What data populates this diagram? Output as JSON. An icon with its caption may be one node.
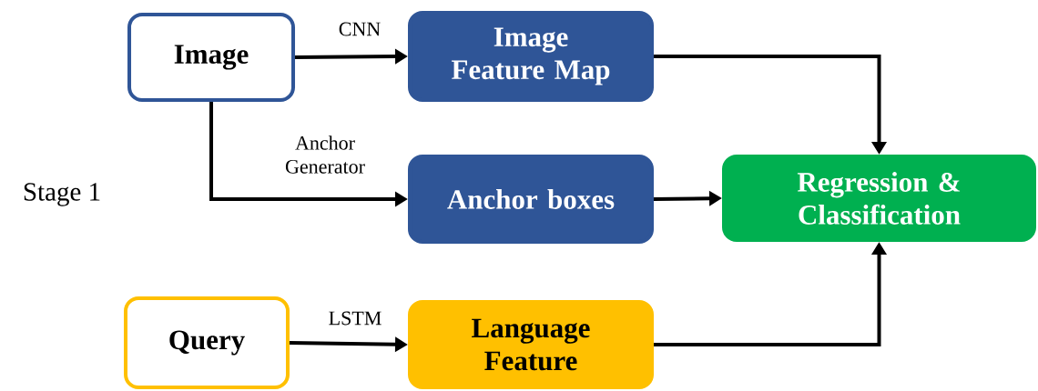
{
  "diagram": {
    "nodes": [
      {
        "text": [
          "Image"
        ]
      },
      {
        "text": [
          "Image Feature Map"
        ]
      },
      {
        "text": [
          "Anchor boxes"
        ]
      },
      {
        "text": [
          "Regression & Classification"
        ]
      },
      {
        "text": [
          "Query"
        ]
      },
      {
        "text": [
          "Language Feature"
        ]
      }
    ],
    "edges": [
      {
        "from": 0,
        "to": 1,
        "arrow": "to",
        "label": "CNN"
      },
      {
        "from": 0,
        "to": 2,
        "arrow": "to",
        "label": "Anchor Generator"
      },
      {
        "from": 1,
        "to": 3,
        "arrow": "to"
      },
      {
        "from": 2,
        "to": 3,
        "arrow": "to"
      },
      {
        "from": 4,
        "to": 5,
        "arrow": "to",
        "label": "LSTM"
      },
      {
        "from": 5,
        "to": 3,
        "arrow": "to"
      }
    ],
    "labels": [
      "Stage 1"
    ]
  }
}
